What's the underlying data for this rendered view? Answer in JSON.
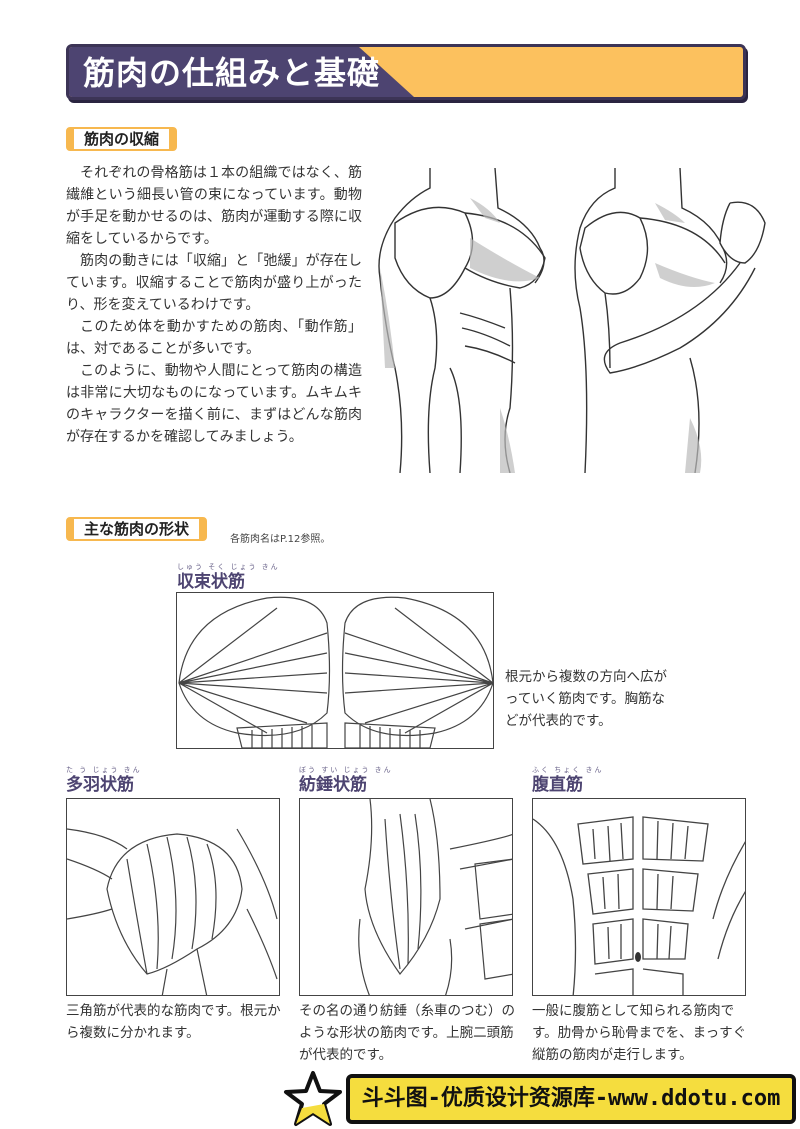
{
  "page": {
    "title": "筋肉の仕組みと基礎"
  },
  "section1": {
    "heading": "筋肉の収縮",
    "paragraphs": [
      "それぞれの骨格筋は１本の組織ではなく、筋繊維という細長い管の束になっています。動物が手足を動かせるのは、筋肉が運動する際に収縮をしているからです。",
      "筋肉の動きには「収縮」と「弛緩」が存在しています。収縮することで筋肉が盛り上がったり、形を変えているわけです。",
      "このため体を動かすための筋肉、「動作筋」は、対であることが多いです。",
      "このように、動物や人間にとって筋肉の構造は非常に大切なものになっています。ムキムキのキャラクターを描く前に、まずはどんな筋肉が存在するかを確認してみましょう。"
    ],
    "illustration": "muscular-torso-side-views"
  },
  "section2": {
    "heading": "主な筋肉の形状",
    "note": "各筋肉名はP.12参照。",
    "muscles": [
      {
        "ruby": "しゅう そく じょう きん",
        "name": "収束状筋",
        "caption": "根元から複数の方向へ広がっていく筋肉です。胸筋などが代表的です。",
        "illustration": "pectoral-muscles"
      },
      {
        "ruby": "た う じょう きん",
        "name": "多羽状筋",
        "caption": "三角筋が代表的な筋肉です。根元から複数に分かれます。",
        "illustration": "deltoid-muscle"
      },
      {
        "ruby": "ぼう すい じょう きん",
        "name": "紡錘状筋",
        "caption": "その名の通り紡錘（糸車のつむ）のような形状の筋肉です。上腕二頭筋が代表的です。",
        "illustration": "biceps-muscle"
      },
      {
        "ruby": "ふく ちょく きん",
        "name": "腹直筋",
        "caption": "一般に腹筋として知られる筋肉です。肋骨から恥骨までを、まっすぐ縦筋の筋肉が走行します。",
        "illustration": "rectus-abdominis"
      }
    ]
  },
  "watermark": {
    "text": "斗斗图-优质设计资源库-www.ddotu.com"
  },
  "colors": {
    "title_purple": "#4d4471",
    "title_orange": "#fcc15e",
    "tag_orange": "#f7b84f",
    "banner_yellow": "#f5dd3e"
  }
}
